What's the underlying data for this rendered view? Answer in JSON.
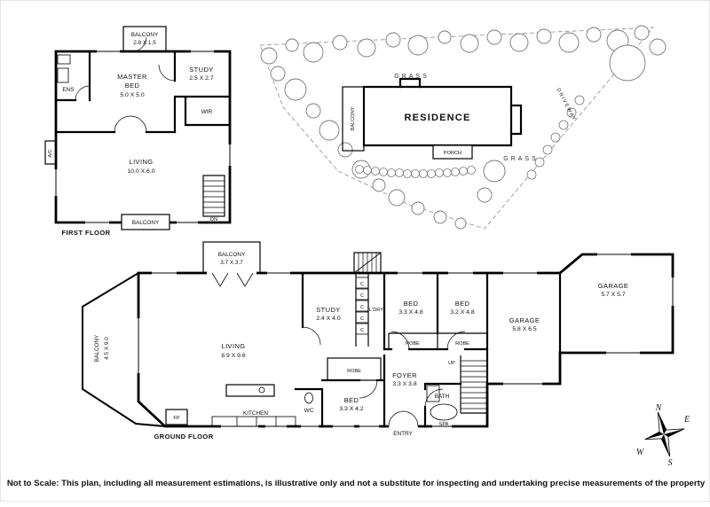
{
  "colors": {
    "walls": "#000000",
    "landscape_outline": "#777777"
  },
  "disclaimer": "Not to Scale: This plan, including all measurement estimations, is illustrative only and not a substitute for inspecting and undertaking precise measurements of the property",
  "first_floor": {
    "floor_label": "FIRST FLOOR",
    "balcony_top": "BALCONY",
    "balcony_top_dims": "2.8 X 1.5",
    "ens": "ENS",
    "master_line1": "MASTER",
    "master_line2": "BED",
    "master_dims": "5.0 X 5.0",
    "study": "STUDY",
    "study_dims": "2.5 X 2.7",
    "wir": "WIR",
    "living": "LIVING",
    "living_dims": "10.0 X 6.0",
    "balcony_bottom": "BALCONY",
    "dn": "DN",
    "ac": "A/C"
  },
  "site_plan": {
    "residence": "RESIDENCE",
    "balcony": "BALCONY",
    "porch": "PORCH",
    "driveway": "DRIVEWAY",
    "grass_upper": "GRASS",
    "grass_lower": "GRASS"
  },
  "ground_floor": {
    "floor_label": "GROUND FLOOR",
    "balcony_top": "BALCONY",
    "balcony_top_dims": "3.7 X 3.7",
    "balcony_left": "BALCONY",
    "balcony_left_dims": "4.5 X 9.0",
    "living": "LIVING",
    "living_dims": "8.9 X 9.6",
    "study": "STUDY",
    "study_dims": "2.4 X 4.0",
    "laundry": "L'DRY",
    "cupboard": "C",
    "bed1": "BED",
    "bed1_dims": "3.3 X 4.8",
    "bed2": "BED",
    "bed2_dims": "3.2 X 4.8",
    "robe1": "ROBE",
    "robe2": "ROBE",
    "robe3": "ROBE",
    "garage1": "GARAGE",
    "garage1_dims": "5.7 X 5.7",
    "garage2": "GARAGE",
    "garage2_dims": "5.8 X 6.5",
    "foyer": "FOYER",
    "foyer_dims": "3.3 X 3.8",
    "up": "UP",
    "bath": "BATH",
    "spa": "SPA",
    "wc": "WC",
    "bed3": "BED",
    "bed3_dims": "3.3 X 4.2",
    "kitchen": "KITCHEN",
    "fireplace": "FP",
    "entry": "ENTRY"
  },
  "compass": {
    "n": "N",
    "e": "E",
    "s": "S",
    "w": "W"
  }
}
